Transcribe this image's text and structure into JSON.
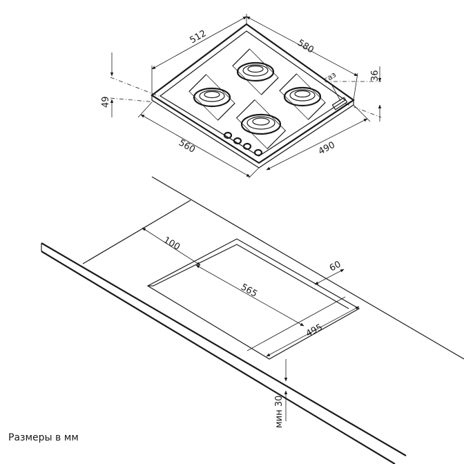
{
  "hob_dimensions": {
    "overall_width": "512",
    "overall_depth": "580",
    "body_width": "560",
    "body_depth": "490",
    "height_left": "49",
    "height_right": "36",
    "gas_label": "газ"
  },
  "cutout_dimensions": {
    "front_offset": "100",
    "width": "565",
    "depth": "495",
    "rear_offset": "60",
    "min_thickness": "мин 30"
  },
  "caption": "Размеры в мм"
}
